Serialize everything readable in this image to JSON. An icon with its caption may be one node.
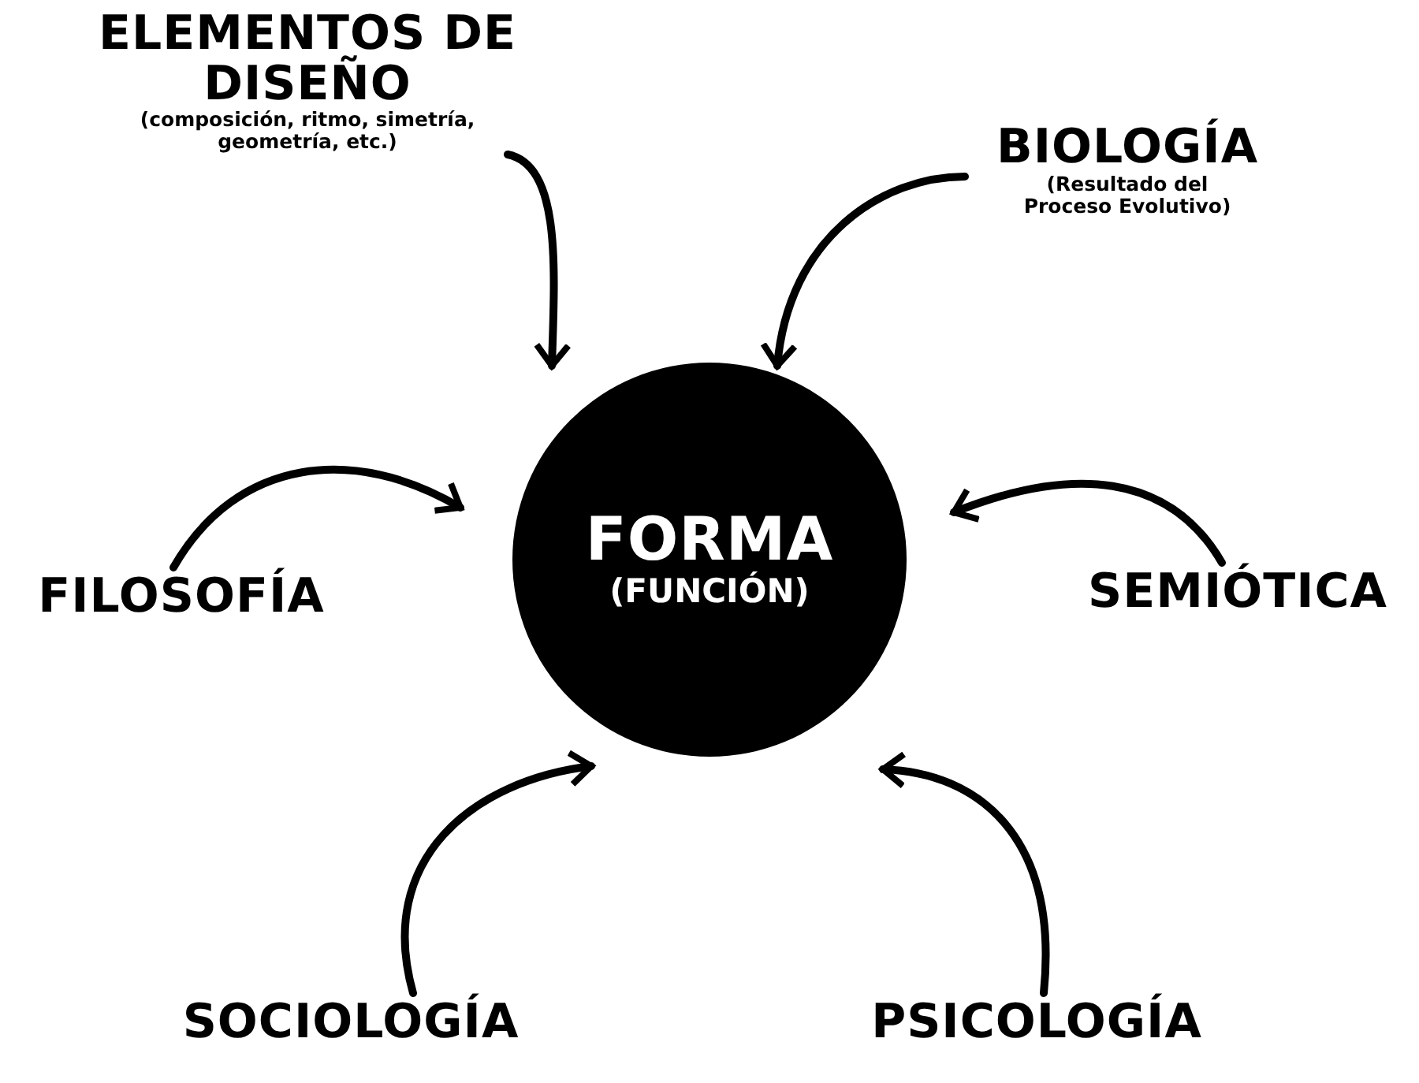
{
  "diagram": {
    "nodes": [
      {
        "text": [
          "FORMA",
          "(FUNCIÓN)"
        ]
      },
      {
        "text": [
          "ELEMENTOS DE DISEÑO",
          "(composición, ritmo, simetría, geometría, etc.)"
        ]
      },
      {
        "text": [
          "BIOLOGÍA",
          "(Resultado del Proceso Evolutivo)"
        ]
      },
      {
        "text": [
          "FILOSOFÍA"
        ]
      },
      {
        "text": [
          "SEMIÓTICA"
        ]
      },
      {
        "text": [
          "SOCIOLOGÍA"
        ]
      },
      {
        "text": [
          "PSICOLOGÍA"
        ]
      }
    ],
    "edges": [
      {
        "from": 1,
        "to": 0,
        "arrow": "to"
      },
      {
        "from": 2,
        "to": 0,
        "arrow": "to"
      },
      {
        "from": 3,
        "to": 0,
        "arrow": "to"
      },
      {
        "from": 4,
        "to": 0,
        "arrow": "to"
      },
      {
        "from": 5,
        "to": 0,
        "arrow": "to"
      },
      {
        "from": 6,
        "to": 0,
        "arrow": "to"
      }
    ]
  }
}
